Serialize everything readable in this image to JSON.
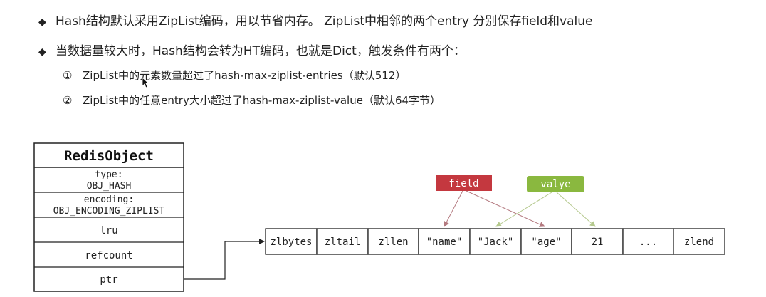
{
  "bullets": [
    {
      "icon": "diamond-bullet-icon",
      "text": "Hash结构默认采用ZipList编码，用以节省内存。 ZipList中相邻的两个entry 分别保存field和value"
    },
    {
      "icon": "diamond-bullet-icon",
      "text": "当数据量较大时，Hash结构会转为HT编码，也就是Dict，触发条件有两个："
    }
  ],
  "conditions": [
    {
      "num": "①",
      "text": "ZipList中的元素数量超过了hash-max-ziplist-entries（默认512）"
    },
    {
      "num": "②",
      "text": "ZipList中的任意entry大小超过了hash-max-ziplist-value（默认64字节）"
    }
  ],
  "redis_object": {
    "title": "RedisObject",
    "type_label": "type:",
    "type_value": "OBJ_HASH",
    "encoding_label": "encoding:",
    "encoding_value": "OBJ_ENCODING_ZIPLIST",
    "lru": "lru",
    "refcount": "refcount",
    "ptr": "ptr"
  },
  "ziplist": {
    "cells": [
      "zlbytes",
      "zltail",
      "zllen",
      "\"name\"",
      "\"Jack\"",
      "\"age\"",
      "21",
      "...",
      "zlend"
    ]
  },
  "tags": {
    "field": {
      "label": "field",
      "color": "#c4383f"
    },
    "value": {
      "label": "valye",
      "color": "#8ab83f"
    }
  }
}
